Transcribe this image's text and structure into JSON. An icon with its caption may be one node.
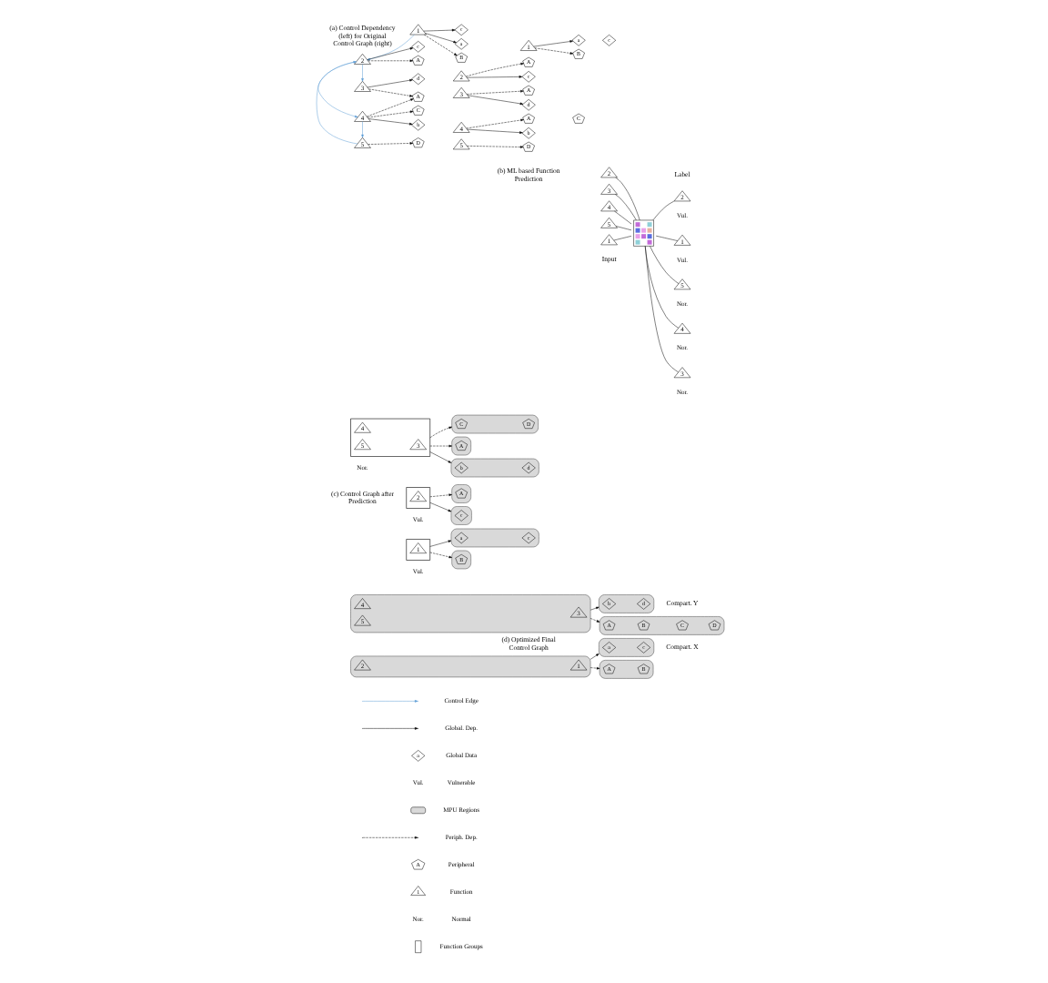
{
  "diagram": {
    "nodes": [
      {
        "text": [
          "1"
        ]
      },
      {
        "text": [
          "2"
        ]
      },
      {
        "text": [
          "3"
        ]
      },
      {
        "text": [
          "4"
        ]
      },
      {
        "text": [
          "5"
        ]
      },
      {
        "text": [
          "B"
        ]
      },
      {
        "text": [
          "a"
        ]
      },
      {
        "text": [
          "c"
        ]
      },
      {
        "text": [
          "A"
        ]
      },
      {
        "text": [
          "c"
        ]
      },
      {
        "text": [
          "d"
        ]
      },
      {
        "text": [
          "A"
        ]
      },
      {
        "text": [
          "b"
        ]
      },
      {
        "text": [
          "C"
        ]
      },
      {
        "text": [
          "D"
        ]
      },
      {
        "text": [
          "1"
        ]
      },
      {
        "text": [
          "2"
        ]
      },
      {
        "text": [
          "3"
        ]
      },
      {
        "text": [
          "4"
        ]
      },
      {
        "text": [
          "5"
        ]
      },
      {
        "text": [
          "B"
        ]
      },
      {
        "text": [
          "a"
        ]
      },
      {
        "text": [
          "c"
        ]
      },
      {
        "text": [
          "c"
        ]
      },
      {
        "text": [
          "A"
        ]
      },
      {
        "text": [
          "A"
        ]
      },
      {
        "text": [
          "d"
        ]
      },
      {
        "text": [
          "A"
        ]
      },
      {
        "text": [
          "C"
        ]
      },
      {
        "text": [
          "b"
        ]
      },
      {
        "text": [
          "D"
        ]
      },
      {
        "text": [
          "1"
        ]
      },
      {
        "text": [
          "2"
        ]
      },
      {
        "text": [
          "3"
        ]
      },
      {
        "text": [
          "4"
        ]
      },
      {
        "text": [
          "5"
        ]
      },
      {
        "text": [],
        "shape": "picture"
      },
      {
        "text": [
          "1"
        ],
        "beside": [
          "Vul."
        ]
      },
      {
        "text": [
          "2"
        ],
        "beside": [
          "Vul."
        ]
      },
      {
        "text": [
          "3"
        ],
        "beside": [
          "Nor."
        ]
      },
      {
        "text": [
          "4"
        ],
        "beside": [
          "Nor."
        ]
      },
      {
        "text": [
          "5"
        ],
        "beside": [
          "Nor."
        ]
      },
      {
        "text": [],
        "shape": "box",
        "beside": [
          "Vul."
        ]
      },
      {
        "text": [
          "1"
        ],
        "in": 42
      },
      {
        "text": [],
        "shape": "box",
        "beside": [
          "Vul."
        ]
      },
      {
        "text": [
          "2"
        ],
        "in": 44
      },
      {
        "text": [],
        "shape": "box",
        "beside": [
          "Nor."
        ]
      },
      {
        "text": [
          "3"
        ],
        "in": 46
      },
      {
        "text": [
          "4"
        ],
        "in": 46
      },
      {
        "text": [
          "5"
        ],
        "in": 46
      },
      {
        "text": [],
        "shape": "box"
      },
      {
        "text": [
          "B"
        ],
        "in": 50
      },
      {
        "text": [],
        "shape": "box"
      },
      {
        "text": [
          "a"
        ],
        "in": 52
      },
      {
        "text": [
          "c"
        ],
        "in": 52
      },
      {
        "text": [],
        "shape": "box"
      },
      {
        "text": [
          "c"
        ],
        "in": 55
      },
      {
        "text": [],
        "shape": "box"
      },
      {
        "text": [
          "A"
        ],
        "in": 57
      },
      {
        "text": [],
        "shape": "box"
      },
      {
        "text": [
          "A"
        ],
        "in": 59
      },
      {
        "text": [],
        "shape": "box"
      },
      {
        "text": [
          "C"
        ],
        "in": 61
      },
      {
        "text": [
          "D"
        ],
        "in": 61
      },
      {
        "text": [],
        "shape": "box"
      },
      {
        "text": [
          "b"
        ],
        "in": 64
      },
      {
        "text": [
          "d"
        ],
        "in": 64
      },
      {
        "text": [],
        "shape": "box"
      },
      {
        "text": [
          "1"
        ],
        "in": 67
      },
      {
        "text": [
          "2"
        ],
        "in": 67
      },
      {
        "text": [],
        "shape": "box"
      },
      {
        "text": [
          "A"
        ],
        "in": 70
      },
      {
        "text": [
          "B"
        ],
        "in": 70
      },
      {
        "text": [],
        "shape": "box"
      },
      {
        "text": [
          "a"
        ],
        "in": 73
      },
      {
        "text": [
          "c"
        ],
        "in": 73
      },
      {
        "text": [],
        "shape": "box"
      },
      {
        "text": [
          "3"
        ],
        "in": 76
      },
      {
        "text": [
          "4"
        ],
        "in": 76
      },
      {
        "text": [
          "5"
        ],
        "in": 76
      },
      {
        "text": [],
        "shape": "box"
      },
      {
        "text": [
          "A"
        ],
        "in": 80
      },
      {
        "text": [
          "B"
        ],
        "in": 80
      },
      {
        "text": [
          "C"
        ],
        "in": 80
      },
      {
        "text": [
          "D"
        ],
        "in": 80
      },
      {
        "text": [],
        "shape": "box"
      },
      {
        "text": [
          "b"
        ],
        "in": 85
      },
      {
        "text": [
          "d"
        ],
        "in": 85
      }
    ],
    "edges": [
      {
        "from": 0,
        "to": 5,
        "arrow": "to",
        "style": "dashed"
      },
      {
        "from": 0,
        "to": 6,
        "arrow": "to"
      },
      {
        "from": 0,
        "to": 7,
        "arrow": "to"
      },
      {
        "from": 0,
        "to": 1,
        "arrow": "to",
        "color": "#5b9bd5"
      },
      {
        "from": 1,
        "to": 2,
        "arrow": "to",
        "color": "#5b9bd5"
      },
      {
        "from": 1,
        "to": 3,
        "arrow": "to",
        "color": "#5b9bd5"
      },
      {
        "from": 4,
        "to": 1,
        "arrow": "to",
        "color": "#5b9bd5"
      },
      {
        "from": 3,
        "to": 4,
        "arrow": "to",
        "color": "#5b9bd5"
      },
      {
        "from": 1,
        "to": 8,
        "arrow": "to",
        "style": "dashed"
      },
      {
        "from": 1,
        "to": 9,
        "arrow": "to"
      },
      {
        "from": 2,
        "to": 10,
        "arrow": "to"
      },
      {
        "from": 2,
        "to": 11,
        "arrow": "to",
        "style": "dashed"
      },
      {
        "from": 3,
        "to": 11,
        "arrow": "to",
        "style": "dashed"
      },
      {
        "from": 3,
        "to": 12,
        "arrow": "to"
      },
      {
        "from": 3,
        "to": 13,
        "arrow": "to",
        "style": "dashed"
      },
      {
        "from": 4,
        "to": 14,
        "arrow": "to",
        "style": "dashed"
      },
      {
        "from": 15,
        "to": 20,
        "arrow": "to",
        "style": "dashed"
      },
      {
        "from": 15,
        "to": 21,
        "arrow": "to"
      },
      {
        "from": 16,
        "to": 23,
        "arrow": "to"
      },
      {
        "from": 16,
        "to": 24,
        "arrow": "to",
        "style": "dashed"
      },
      {
        "from": 17,
        "to": 25,
        "arrow": "to",
        "style": "dashed"
      },
      {
        "from": 17,
        "to": 26,
        "arrow": "to"
      },
      {
        "from": 18,
        "to": 27,
        "arrow": "to",
        "style": "dashed"
      },
      {
        "from": 18,
        "to": 29,
        "arrow": "to"
      },
      {
        "from": 19,
        "to": 30,
        "arrow": "to",
        "style": "dashed"
      },
      {
        "from": 31,
        "to": 36,
        "arrow": "none"
      },
      {
        "from": 32,
        "to": 36,
        "arrow": "none"
      },
      {
        "from": 33,
        "to": 36,
        "arrow": "none"
      },
      {
        "from": 34,
        "to": 36,
        "arrow": "none"
      },
      {
        "from": 35,
        "to": 36,
        "arrow": "none"
      },
      {
        "from": 36,
        "to": 37,
        "arrow": "none"
      },
      {
        "from": 36,
        "to": 38,
        "arrow": "none"
      },
      {
        "from": 36,
        "to": 39,
        "arrow": "none"
      },
      {
        "from": 36,
        "to": 40,
        "arrow": "none"
      },
      {
        "from": 36,
        "to": 41,
        "arrow": "none"
      },
      {
        "from": 42,
        "to": 50,
        "arrow": "to",
        "style": "dashed"
      },
      {
        "from": 42,
        "to": 52,
        "arrow": "to"
      },
      {
        "from": 44,
        "to": 55,
        "arrow": "to"
      },
      {
        "from": 44,
        "to": 57,
        "arrow": "to",
        "style": "dashed"
      },
      {
        "from": 46,
        "to": 59,
        "arrow": "to",
        "style": "dashed"
      },
      {
        "from": 46,
        "to": 61,
        "arrow": "to",
        "style": "dashed"
      },
      {
        "from": 46,
        "to": 64,
        "arrow": "to"
      },
      {
        "from": 67,
        "to": 70,
        "arrow": "to",
        "style": "dashed"
      },
      {
        "from": 67,
        "to": 73,
        "arrow": "to"
      },
      {
        "from": 76,
        "to": 80,
        "arrow": "to",
        "style": "dashed"
      },
      {
        "from": 76,
        "to": 85,
        "arrow": "to"
      }
    ],
    "labels": [
      "(a) Control Dependency (left) for Original Control Graph (right)",
      "(b) ML based Function Prediction",
      "Input",
      "Label",
      "(c) Control Graph after Prediction",
      "(d) Optimized Final Control Graph",
      "Compart. X",
      "Compart. Y",
      "a",
      "A",
      "1",
      "Vul.",
      "Nor."
    ],
    "legend": [
      {
        "text": "Control Edge"
      },
      {
        "text": "Global. Dep."
      },
      {
        "text": "Global Data"
      },
      {
        "text": "Vulnerable"
      },
      {
        "text": "MPU Regions",
        "color": "#d9d9d9"
      },
      {
        "text": "Periph. Dep."
      },
      {
        "text": "Peripheral"
      },
      {
        "text": "Function"
      },
      {
        "text": "Normal"
      },
      {
        "text": "Function Groups"
      }
    ]
  }
}
